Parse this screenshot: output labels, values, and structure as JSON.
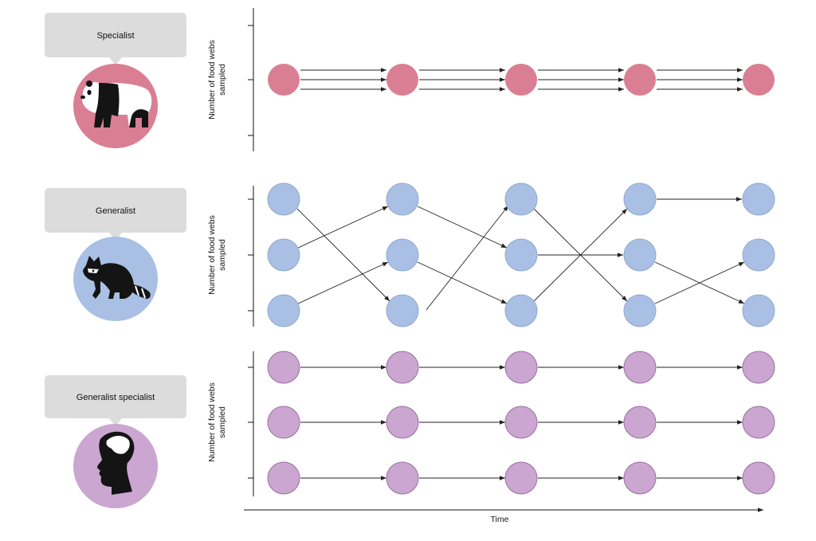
{
  "time_label": "Time",
  "panels": [
    {
      "key": "specialist",
      "label": "Specialist",
      "ylabel_line1": "Number of food webs",
      "ylabel_line2": "sampled",
      "animal": "panda-icon",
      "node_fill": "#da7f93",
      "node_stroke": "#da7f93",
      "badge_fill": "#da7f93",
      "lanes": 1,
      "columns": 5
    },
    {
      "key": "generalist",
      "label": "Generalist",
      "ylabel_line1": "Number of food webs",
      "ylabel_line2": "sampled",
      "animal": "raccoon-icon",
      "node_fill": "#a9c0e4",
      "node_stroke": "#8fa8d0",
      "badge_fill": "#a9c0e4",
      "lanes": 3,
      "columns": 5
    },
    {
      "key": "generalist-specialist",
      "label": "Generalist specialist",
      "ylabel_line1": "Number of food webs",
      "ylabel_line2": "sampled",
      "animal": "human-head-icon",
      "node_fill": "#cba6d1",
      "node_stroke": "#9a6fa3",
      "badge_fill": "#cba6d1",
      "lanes": 3,
      "columns": 5
    }
  ],
  "colors": {
    "callout": "#dcdcdc",
    "axis": "#111111",
    "edge": "#222222",
    "silhouette": "#141414"
  }
}
